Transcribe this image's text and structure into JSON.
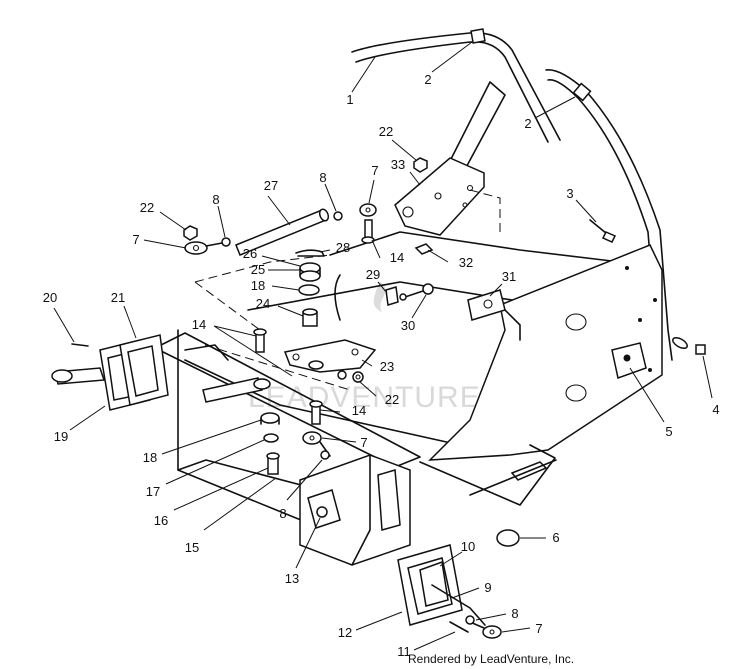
{
  "diagram": {
    "watermark": "LEADVENTURE",
    "credit": "Rendered by LeadVenture, Inc.",
    "callouts": [
      {
        "id": "c1",
        "label": "1"
      },
      {
        "id": "c2a",
        "label": "2"
      },
      {
        "id": "c2b",
        "label": "2"
      },
      {
        "id": "c3",
        "label": "3"
      },
      {
        "id": "c4",
        "label": "4"
      },
      {
        "id": "c5",
        "label": "5"
      },
      {
        "id": "c6",
        "label": "6"
      },
      {
        "id": "c7a",
        "label": "7"
      },
      {
        "id": "c7b",
        "label": "7"
      },
      {
        "id": "c7c",
        "label": "7"
      },
      {
        "id": "c7d",
        "label": "7"
      },
      {
        "id": "c8a",
        "label": "8"
      },
      {
        "id": "c8b",
        "label": "8"
      },
      {
        "id": "c8c",
        "label": "8"
      },
      {
        "id": "c8d",
        "label": "8"
      },
      {
        "id": "c9",
        "label": "9"
      },
      {
        "id": "c10",
        "label": "10"
      },
      {
        "id": "c11",
        "label": "11"
      },
      {
        "id": "c12",
        "label": "12"
      },
      {
        "id": "c13",
        "label": "13"
      },
      {
        "id": "c14a",
        "label": "14"
      },
      {
        "id": "c14b",
        "label": "14"
      },
      {
        "id": "c14c",
        "label": "14"
      },
      {
        "id": "c15",
        "label": "15"
      },
      {
        "id": "c16",
        "label": "16"
      },
      {
        "id": "c17",
        "label": "17"
      },
      {
        "id": "c18a",
        "label": "18"
      },
      {
        "id": "c18b",
        "label": "18"
      },
      {
        "id": "c19",
        "label": "19"
      },
      {
        "id": "c20",
        "label": "20"
      },
      {
        "id": "c21",
        "label": "21"
      },
      {
        "id": "c22a",
        "label": "22"
      },
      {
        "id": "c22b",
        "label": "22"
      },
      {
        "id": "c22c",
        "label": "22"
      },
      {
        "id": "c23",
        "label": "23"
      },
      {
        "id": "c24",
        "label": "24"
      },
      {
        "id": "c25",
        "label": "25"
      },
      {
        "id": "c26",
        "label": "26"
      },
      {
        "id": "c27",
        "label": "27"
      },
      {
        "id": "c28",
        "label": "28"
      },
      {
        "id": "c29",
        "label": "29"
      },
      {
        "id": "c30",
        "label": "30"
      },
      {
        "id": "c31",
        "label": "31"
      },
      {
        "id": "c32",
        "label": "32"
      },
      {
        "id": "c33",
        "label": "33"
      }
    ]
  }
}
